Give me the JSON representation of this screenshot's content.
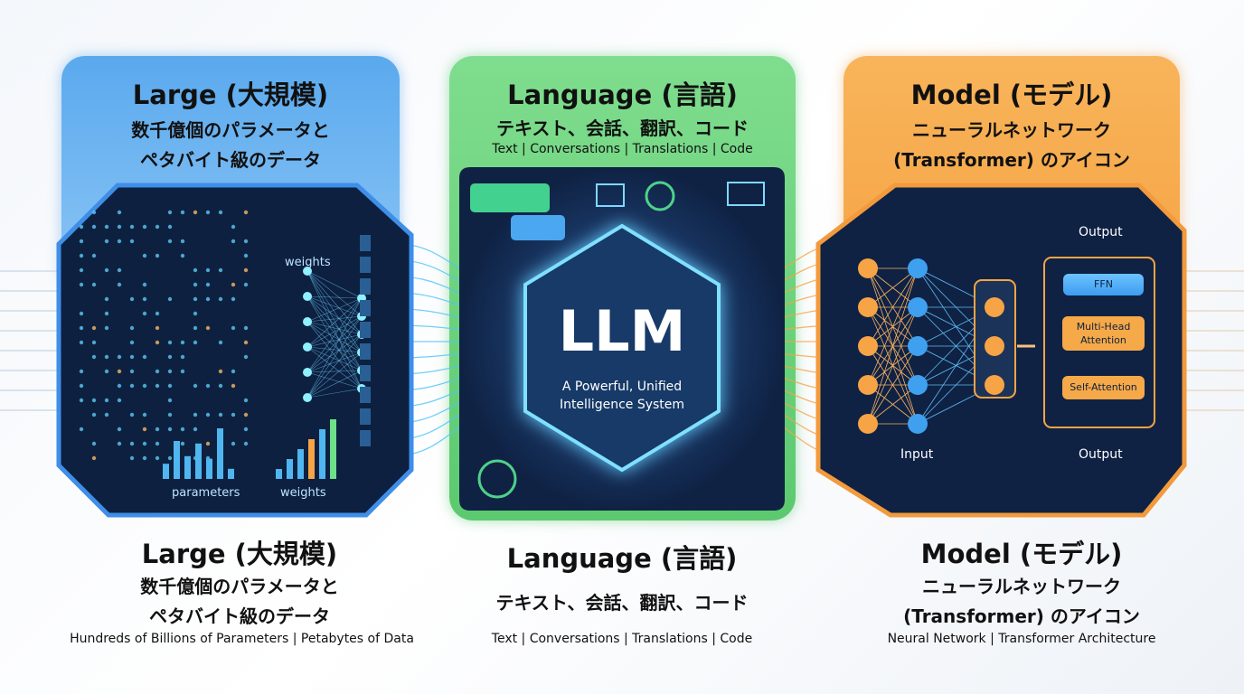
{
  "large": {
    "title": "Large (大規模)",
    "jp_line1": "数千億個のパラメータと",
    "jp_line2": "ペタバイト級のデータ",
    "caption": "Hundreds of Billions of Parameters | Petabytes of Data",
    "panel_labels": {
      "weights_top": "weights",
      "parameters": "parameters",
      "weights_bottom": "weights"
    }
  },
  "language": {
    "title": "Language (言語)",
    "jp_line": "テキスト、会話、翻訳、コード",
    "en_line": "Text | Conversations | Translations | Code",
    "caption": "Text | Conversations | Translations | Code"
  },
  "center": {
    "logo": "LLM",
    "subtitle1": "A Powerful, Unified",
    "subtitle2": "Intelligence System"
  },
  "model": {
    "title": "Model (モデル)",
    "jp_line1": "ニューラルネットワーク",
    "jp_line2": "(Transformer) のアイコン",
    "caption": "Neural Network | Transformer Architecture",
    "diagram": {
      "output_top": "Output",
      "ffn": "FFN",
      "mha1": "Multi-Head",
      "mha2": "Attention",
      "self_attention": "Self-Attention",
      "input": "Input",
      "output_bottom": "Output"
    }
  },
  "colors": {
    "blue": "#4a9ff0",
    "green": "#6cd27e",
    "orange": "#f6a445",
    "navy": "#0f2244"
  }
}
